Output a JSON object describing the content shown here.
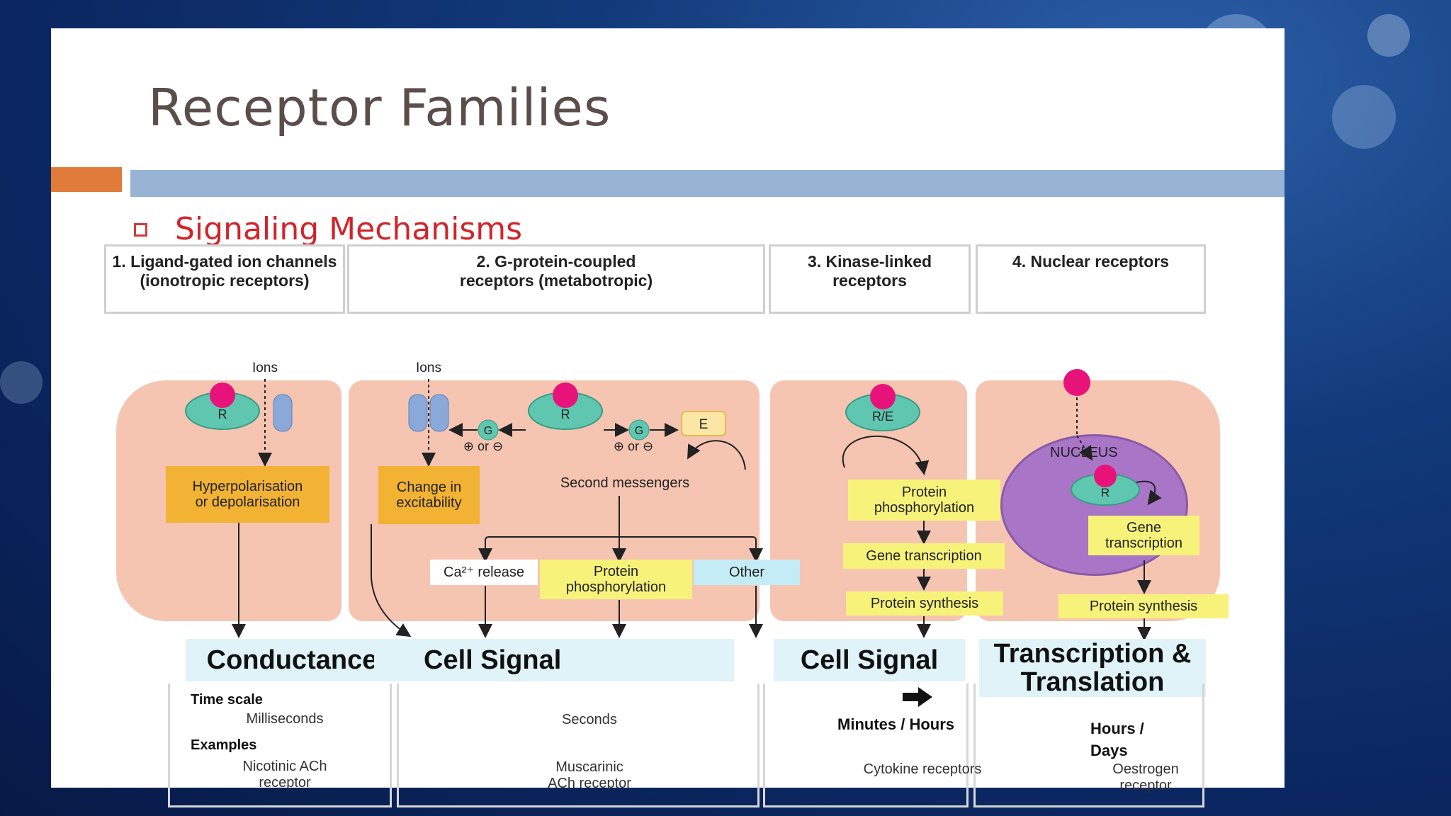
{
  "slide": {
    "title": "Receptor Families",
    "subtitle": "Signaling Mechanisms"
  },
  "headers": [
    {
      "text": "1. Ligand-gated ion channels (ionotropic receptors)"
    },
    {
      "text": "2. G-protein-coupled receptors (metabotropic)"
    },
    {
      "text": "3. Kinase-linked receptors"
    },
    {
      "text": "4. Nuclear receptors"
    }
  ],
  "labels": {
    "ions": "Ions",
    "receptor": "R",
    "receptor_effector": "R/E",
    "g_protein": "G",
    "effector": "E",
    "plus_or_minus": "⊕ or ⊖",
    "nucleus": "NUCLEUS",
    "hyperpolarisation": "Hyperpolarisation or depolarisation",
    "change_excitability": "Change in excitability",
    "second_messengers": "Second messengers",
    "ca_release": "Ca²⁺ release",
    "protein_phosphorylation": "Protein phosphorylation",
    "other": "Other",
    "gene_transcription": "Gene transcription",
    "protein_synthesis": "Protein synthesis"
  },
  "outcomes": {
    "conductance": "Conductance",
    "cell_signal_arrows": "Cell Signal",
    "cell_signal": "Cell Signal",
    "transcription": "Transcription & Translation"
  },
  "footer": {
    "time_scale_label": "Time scale",
    "examples_label": "Examples",
    "col1_time": "Milliseconds",
    "col1_example": "Nicotinic ACh receptor",
    "col2_time": "Seconds",
    "col2_example": "Muscarinic ACh receptor",
    "col3_time": "Minutes / Hours",
    "col3_example": "Cytokine receptors",
    "col4_time": "Hours / Days",
    "col4_example": "Oestrogen receptor"
  },
  "colors": {
    "accent_orange": "#e07b3a",
    "accent_blue": "#98b4d4",
    "subtitle_red": "#d2232a",
    "cell_pink": "#f5c5b1",
    "receptor_teal": "#5fc6b0",
    "ligand_magenta": "#e8137a",
    "nucleus_purple": "#a875c7"
  }
}
